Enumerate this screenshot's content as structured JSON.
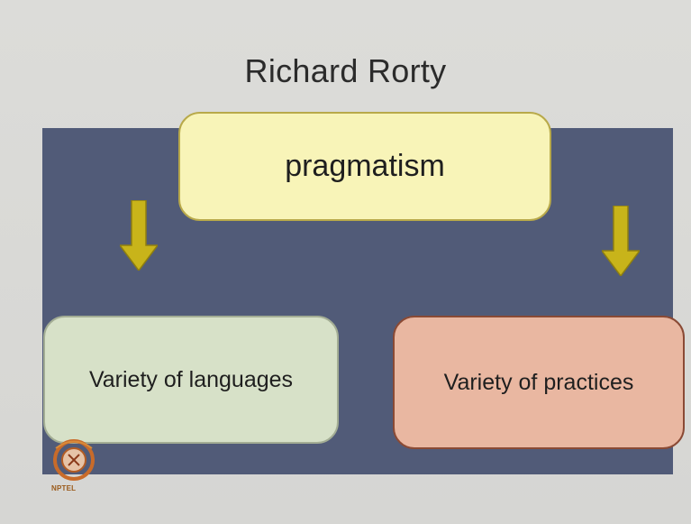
{
  "slide": {
    "title": "Richard Rorty",
    "center_box": "pragmatism",
    "left_box": "Variety of languages",
    "right_box": "Variety of practices",
    "logo_text": "NPTEL"
  },
  "colors": {
    "background": "#d9d9d6",
    "panel": "#515b78",
    "center_box_fill": "#f8f4b8",
    "left_box_fill": "#d7e1c8",
    "right_box_fill": "#e9b7a1",
    "arrow_fill": "#c8b41a",
    "logo_ring": "#c86b2a"
  },
  "icons": {
    "arrow_left": "arrow-down-icon",
    "arrow_right": "arrow-down-icon",
    "logo": "nptel-logo-icon"
  }
}
